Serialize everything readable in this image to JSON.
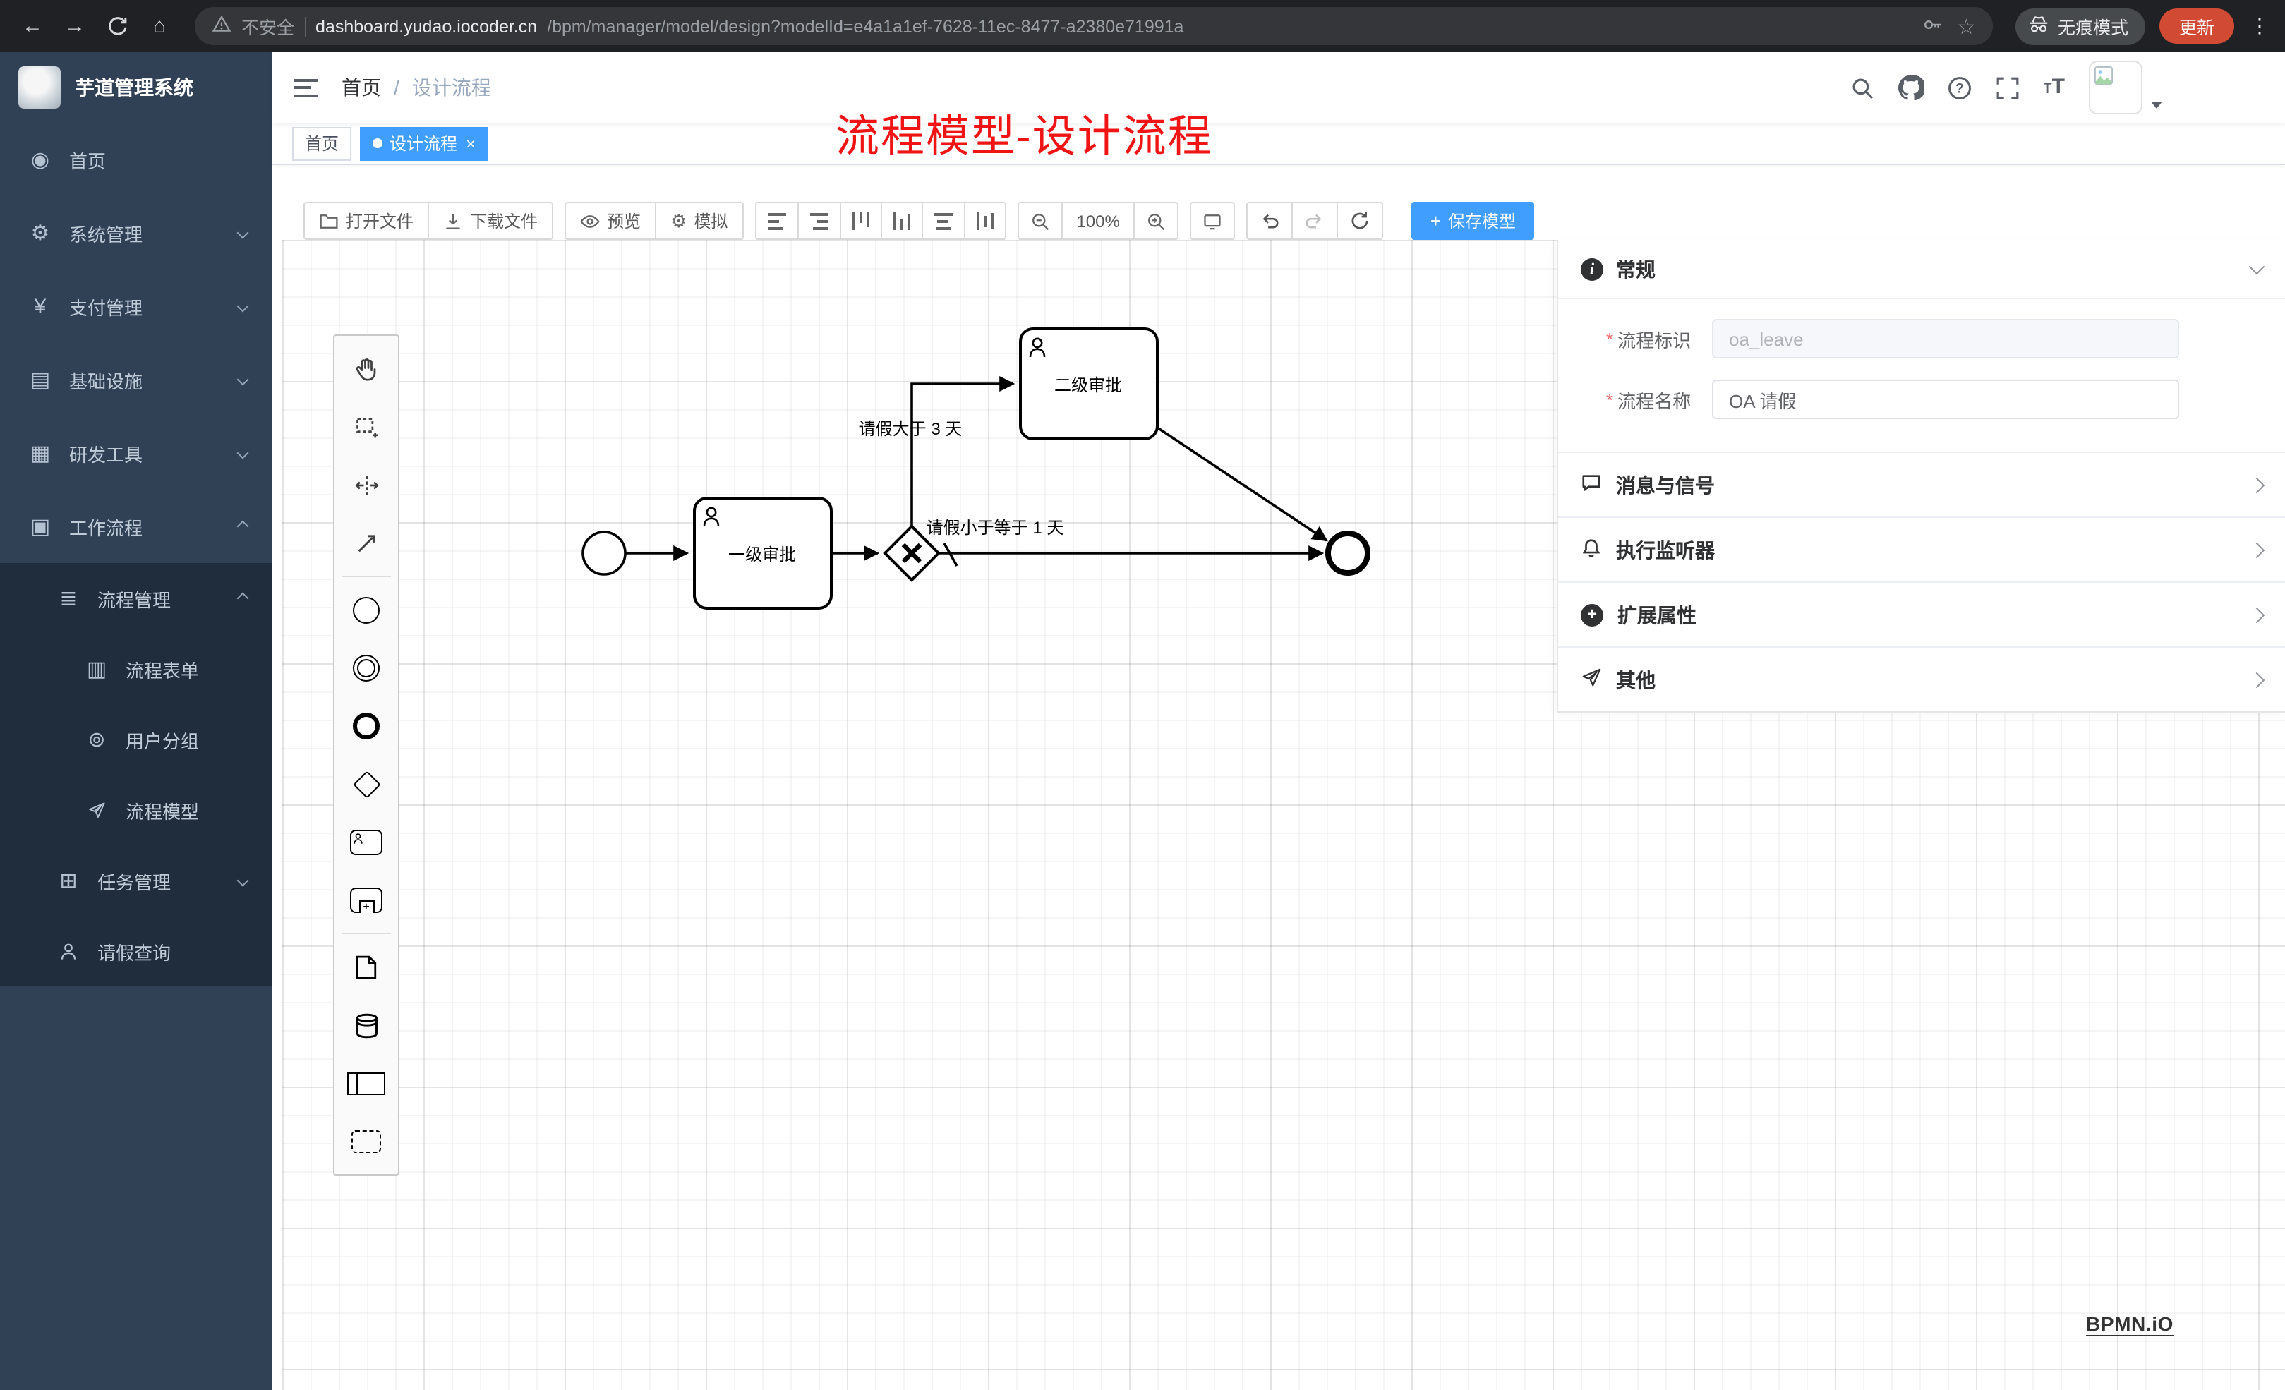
{
  "colors": {
    "primary": "#409eff",
    "annotation_red": "#f01414",
    "update_button": "#d04a34",
    "sidebar_bg": "#304156",
    "submenu_bg": "#1f2d3d"
  },
  "browser": {
    "security_label": "不安全",
    "url_host": "dashboard.yudao.iocoder.cn",
    "url_path": "/bpm/manager/model/design?modelId=e4a1a1ef-7628-11ec-8477-a2380e71991a",
    "incognito_label": "无痕模式",
    "update_label": "更新"
  },
  "sidebar": {
    "app_title": "芋道管理系统",
    "menu": [
      {
        "label": "首页"
      },
      {
        "label": "系统管理"
      },
      {
        "label": "支付管理"
      },
      {
        "label": "基础设施"
      },
      {
        "label": "研发工具"
      },
      {
        "label": "工作流程"
      },
      {
        "label": "流程管理"
      },
      {
        "label": "流程表单"
      },
      {
        "label": "用户分组"
      },
      {
        "label": "流程模型"
      },
      {
        "label": "任务管理"
      },
      {
        "label": "请假查询"
      }
    ]
  },
  "navbar": {
    "breadcrumb_home": "首页",
    "breadcrumb_separator": "/",
    "breadcrumb_current": "设计流程"
  },
  "tabs": [
    {
      "label": "首页",
      "active": false
    },
    {
      "label": "设计流程",
      "active": true
    }
  ],
  "annotation": {
    "text": "流程模型-设计流程"
  },
  "toolbar": {
    "open_file": "打开文件",
    "download_file": "下载文件",
    "preview": "预览",
    "simulate": "模拟",
    "zoom_level": "100%",
    "save_model": "保存模型"
  },
  "diagram": {
    "task1_label": "一级审批",
    "task2_label": "二级审批",
    "flow_condition_gt": "请假大于 3 天",
    "flow_condition_lte": "请假小于等于 1 天",
    "watermark": "BPMN.iO"
  },
  "properties": {
    "general_title": "常规",
    "fields": [
      {
        "label": "流程标识",
        "value": "oa_leave",
        "required": true,
        "disabled": true
      },
      {
        "label": "流程名称",
        "value": "OA 请假",
        "required": true,
        "disabled": false
      }
    ],
    "sections": [
      {
        "title": "消息与信号"
      },
      {
        "title": "执行监听器"
      },
      {
        "title": "扩展属性"
      },
      {
        "title": "其他"
      }
    ]
  }
}
